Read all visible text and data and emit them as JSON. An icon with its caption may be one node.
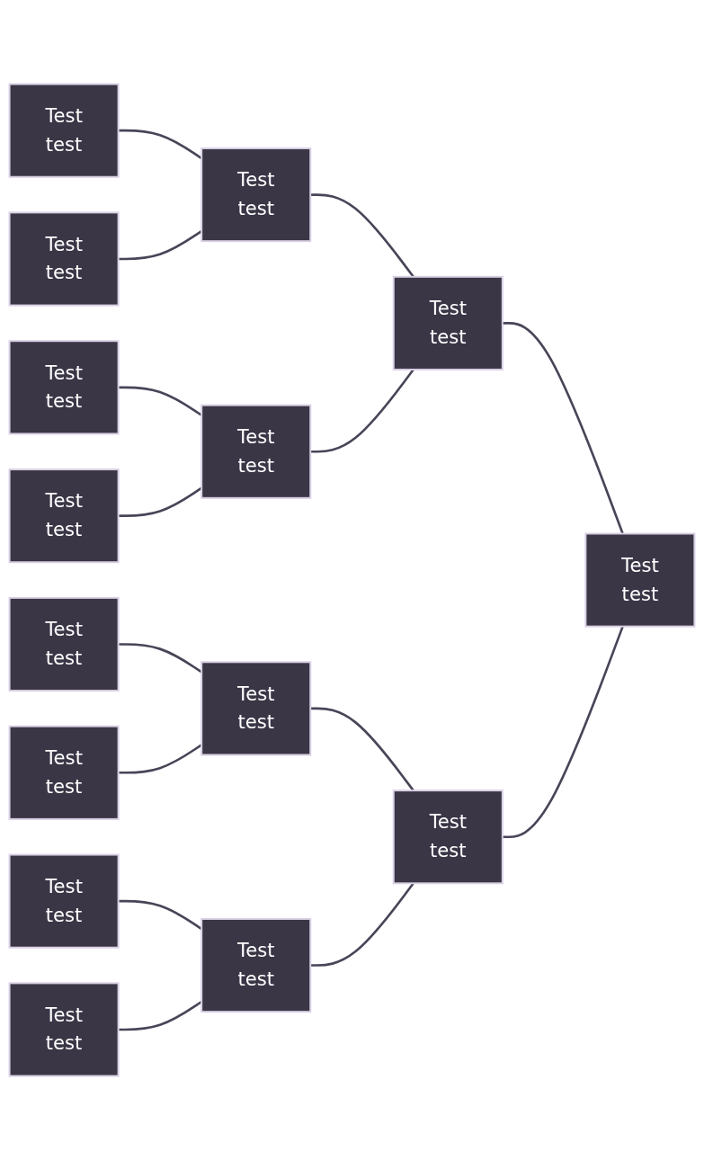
{
  "diagram": {
    "nodes": [
      {
        "text": [
          "Test",
          "test"
        ]
      },
      {
        "text": [
          "Test",
          "test"
        ]
      },
      {
        "text": [
          "Test",
          "test"
        ]
      },
      {
        "text": [
          "Test",
          "test"
        ]
      },
      {
        "text": [
          "Test",
          "test"
        ]
      },
      {
        "text": [
          "Test",
          "test"
        ]
      },
      {
        "text": [
          "Test",
          "test"
        ]
      },
      {
        "text": [
          "Test",
          "test"
        ]
      },
      {
        "text": [
          "Test",
          "test"
        ]
      },
      {
        "text": [
          "Test",
          "test"
        ]
      },
      {
        "text": [
          "Test",
          "test"
        ]
      },
      {
        "text": [
          "Test",
          "test"
        ]
      },
      {
        "text": [
          "Test",
          "test"
        ]
      },
      {
        "text": [
          "Test",
          "test"
        ]
      },
      {
        "text": [
          "Test",
          "test"
        ]
      }
    ],
    "edges": [
      {
        "from": 0,
        "to": 5,
        "arrow": "none"
      },
      {
        "from": 1,
        "to": 3,
        "arrow": "none"
      },
      {
        "from": 2,
        "to": 3,
        "arrow": "none"
      },
      {
        "from": 4,
        "to": 5,
        "arrow": "none"
      },
      {
        "from": 3,
        "to": 6,
        "arrow": "none"
      },
      {
        "from": 5,
        "to": 6,
        "arrow": "none"
      },
      {
        "from": 7,
        "to": 9,
        "arrow": "none"
      },
      {
        "from": 8,
        "to": 9,
        "arrow": "none"
      },
      {
        "from": 10,
        "to": 12,
        "arrow": "none"
      },
      {
        "from": 11,
        "to": 12,
        "arrow": "none"
      },
      {
        "from": 9,
        "to": 13,
        "arrow": "none"
      },
      {
        "from": 12,
        "to": 13,
        "arrow": "none"
      },
      {
        "from": 6,
        "to": 14,
        "arrow": "none"
      },
      {
        "from": 13,
        "to": 14,
        "arrow": "none"
      }
    ]
  }
}
